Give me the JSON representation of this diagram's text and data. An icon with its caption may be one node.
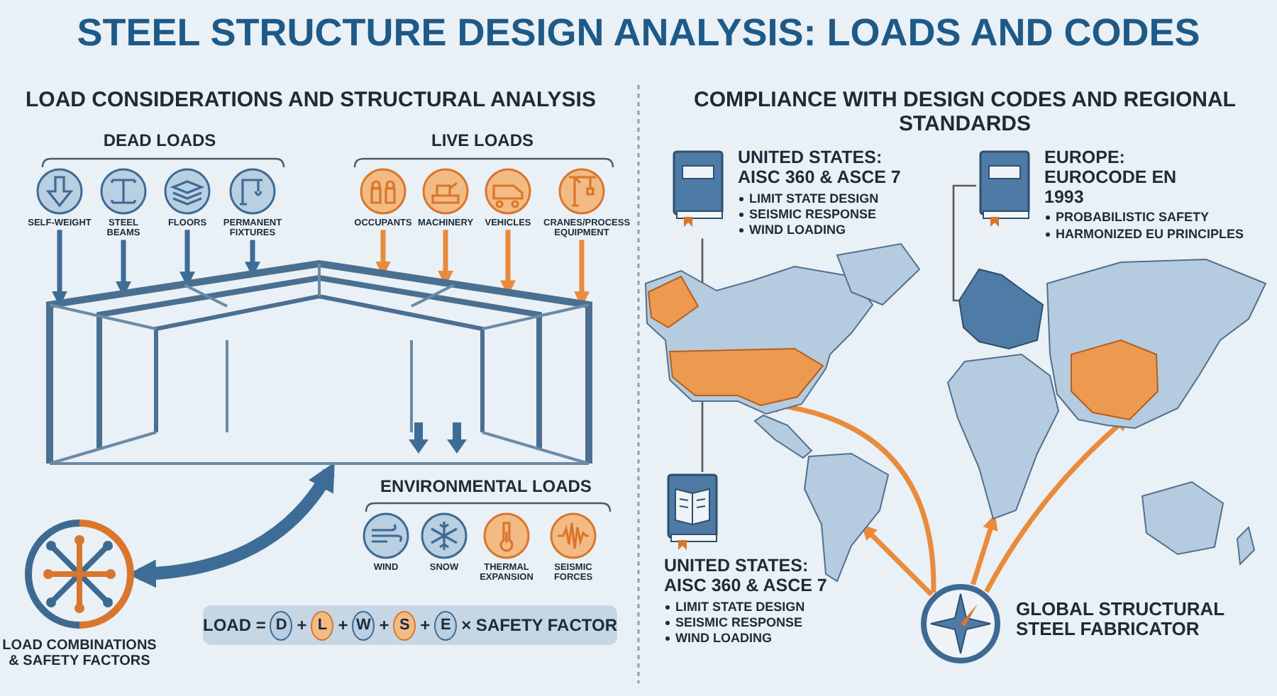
{
  "diagram": {
    "title": "STEEL STRUCTURE DESIGN ANALYSIS: LOADS AND CODES",
    "nodes": [
      {
        "text": [
          "SELF-WEIGHT"
        ]
      },
      {
        "text": [
          "STEEL BEAMS"
        ]
      },
      {
        "text": [
          "FLOORS"
        ]
      },
      {
        "text": [
          "PERMANENT FIXTURES"
        ]
      },
      {
        "text": [
          "OCCUPANTS"
        ]
      },
      {
        "text": [
          "MACHINERY"
        ]
      },
      {
        "text": [
          "VEHICLES"
        ]
      },
      {
        "text": [
          "CRANES/PROCESS EQUIPMENT"
        ]
      },
      {
        "text": [],
        "shape": "picture"
      },
      {
        "text": [
          "LOAD COMBINATIONS & SAFETY FACTORS"
        ]
      },
      {
        "text": [
          "WIND"
        ]
      },
      {
        "text": [
          "SNOW"
        ]
      },
      {
        "text": [
          "THERMAL EXPANSION"
        ]
      },
      {
        "text": [
          "SEISMIC FORCES"
        ]
      },
      {
        "text": [
          "LOAD =",
          "+",
          "+",
          "+",
          "+",
          "× SAFETY FACTOR"
        ]
      },
      {
        "text": [
          "D"
        ],
        "in": 14
      },
      {
        "text": [
          "L"
        ],
        "in": 14
      },
      {
        "text": [
          "W"
        ],
        "in": 14
      },
      {
        "text": [
          "S"
        ],
        "in": 14
      },
      {
        "text": [
          "E"
        ],
        "in": 14
      },
      {
        "text": [
          "UNITED STATES: AISC 360 & ASCE 7",
          "LIMIT STATE DESIGN",
          "SEISMIC RESPONSE",
          "WIND LOADING"
        ]
      },
      {
        "text": [
          "EUROPE: EUROCODE EN 1993",
          "PROBABILISTIC SAFETY",
          "HARMONIZED EU PRINCIPLES"
        ]
      },
      {
        "text": [
          "UNITED STATES: AISC 360 & ASCE 7",
          "LIMIT STATE DESIGN",
          "SEISMIC RESPONSE",
          "WIND LOADING"
        ]
      },
      {
        "text": [],
        "shape": "picture"
      },
      {
        "text": [],
        "shape": "picture",
        "in": 23
      },
      {
        "text": [],
        "shape": "picture",
        "in": 23
      },
      {
        "text": [],
        "shape": "picture",
        "in": 23
      },
      {
        "text": [],
        "shape": "picture",
        "in": 23
      },
      {
        "text": [],
        "shape": "picture",
        "in": 23
      },
      {
        "text": [
          "GLOBAL STRUCTURAL STEEL FABRICATOR"
        ]
      }
    ],
    "edges": [
      {
        "from": 0,
        "to": 8,
        "arrow": "to",
        "color": "#3d6d96"
      },
      {
        "from": 1,
        "to": 8,
        "arrow": "to",
        "color": "#3d6d96"
      },
      {
        "from": 2,
        "to": 8,
        "arrow": "to",
        "color": "#3d6d96"
      },
      {
        "from": 3,
        "to": 8,
        "arrow": "to",
        "color": "#3d6d96"
      },
      {
        "from": 4,
        "to": 8,
        "arrow": "to"
      },
      {
        "from": 5,
        "to": 8,
        "arrow": "to"
      },
      {
        "from": 6,
        "to": 8,
        "arrow": "to"
      },
      {
        "from": 7,
        "to": 8,
        "arrow": "to"
      },
      {
        "from": 9,
        "to": 8,
        "arrow": "both",
        "style": "thick",
        "color": "#3d6d96"
      },
      {
        "from": 20,
        "to": 24,
        "arrow": "none",
        "color": "#5a5a5a"
      },
      {
        "from": 21,
        "to": 25,
        "arrow": "none",
        "color": "#5a5a5a"
      },
      {
        "from": 22,
        "to": 24,
        "arrow": "none",
        "color": "#5a5a5a"
      },
      {
        "from": 29,
        "to": 24,
        "arrow": "to"
      },
      {
        "from": 29,
        "to": 27,
        "arrow": "to"
      },
      {
        "from": 29,
        "to": 28,
        "arrow": "to"
      },
      {
        "from": 29,
        "to": 26,
        "arrow": "to"
      }
    ],
    "labels": [
      "LOAD CONSIDERATIONS AND STRUCTURAL ANALYSIS",
      "DEAD LOADS",
      "LIVE LOADS",
      "ENVIRONMENTAL LOADS",
      "COMPLIANCE WITH DESIGN CODES AND REGIONAL STANDARDS"
    ]
  }
}
